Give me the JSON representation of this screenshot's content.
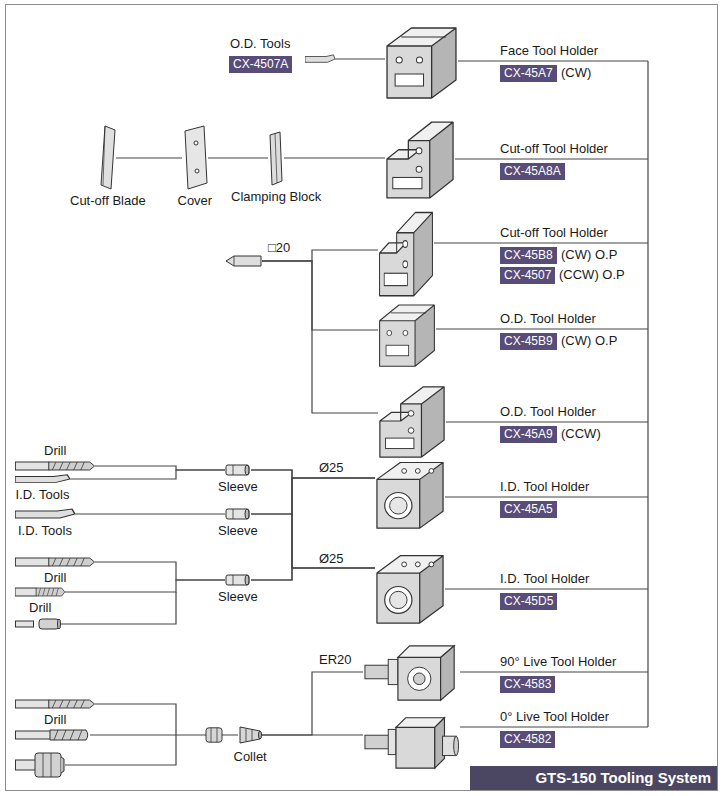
{
  "diagram": {
    "title": "GTS-150 Tooling System",
    "nodes": [
      {
        "text": [
          "O.D. Tools",
          "CX-4507A"
        ]
      },
      {
        "text": [
          "Face Tool Holder",
          "CX-45A7",
          "(CW)"
        ]
      },
      {
        "text": [
          "Cut-off Blade"
        ]
      },
      {
        "text": [
          "Cover"
        ]
      },
      {
        "text": [
          "Clamping Block"
        ]
      },
      {
        "text": [
          "Cut-off Tool Holder",
          "CX-45A8A"
        ]
      },
      {
        "text": [
          "□20"
        ]
      },
      {
        "text": [
          "Cut-off Tool Holder",
          "CX-45B8",
          "(CW) O.P",
          "CX-4507",
          "(CCW) O.P"
        ]
      },
      {
        "text": [
          "O.D. Tool Holder",
          "CX-45B9",
          "(CW) O.P"
        ]
      },
      {
        "text": [
          "O.D. Tool Holder",
          "CX-45A9",
          "(CCW)"
        ]
      },
      {
        "text": [
          "Drill"
        ]
      },
      {
        "text": [
          "I.D. Tools"
        ]
      },
      {
        "text": [
          "Sleeve"
        ]
      },
      {
        "text": [
          "I.D. Tool Holder",
          "CX-45A5"
        ]
      },
      {
        "text": [
          "I.D. Tools"
        ]
      },
      {
        "text": [
          "Sleeve"
        ]
      },
      {
        "text": [
          "Drill"
        ]
      },
      {
        "text": [
          "Drill"
        ]
      },
      {
        "text": [
          "Sleeve"
        ]
      },
      {
        "text": [
          "I.D. Tool Holder",
          "CX-45D5"
        ]
      },
      {
        "text": [
          "90° Live Tool Holder",
          "CX-4583"
        ]
      },
      {
        "text": [
          "Drill"
        ]
      },
      {
        "text": [
          "Collet"
        ]
      },
      {
        "text": [
          "0° Live Tool Holder",
          "CX-4582"
        ]
      }
    ],
    "edges": [
      {
        "from": 0,
        "to": 1,
        "arrow": "none"
      },
      {
        "from": 2,
        "to": 3,
        "arrow": "none"
      },
      {
        "from": 3,
        "to": 4,
        "arrow": "none"
      },
      {
        "from": 4,
        "to": 5,
        "arrow": "none"
      },
      {
        "from": 6,
        "to": 7,
        "arrow": "none"
      },
      {
        "from": 6,
        "to": 8,
        "arrow": "none"
      },
      {
        "from": 6,
        "to": 9,
        "arrow": "none"
      },
      {
        "from": 10,
        "to": 12,
        "arrow": "none"
      },
      {
        "from": 11,
        "to": 12,
        "arrow": "none"
      },
      {
        "from": 12,
        "to": 13,
        "arrow": "none"
      },
      {
        "from": 12,
        "to": 19,
        "arrow": "none"
      },
      {
        "from": 14,
        "to": 15,
        "arrow": "none"
      },
      {
        "from": 15,
        "to": 13,
        "arrow": "none"
      },
      {
        "from": 15,
        "to": 19,
        "arrow": "none"
      },
      {
        "from": 16,
        "to": 18,
        "arrow": "none"
      },
      {
        "from": 17,
        "to": 18,
        "arrow": "none"
      },
      {
        "from": 18,
        "to": 13,
        "arrow": "none"
      },
      {
        "from": 18,
        "to": 19,
        "arrow": "none"
      },
      {
        "from": 21,
        "to": 22,
        "arrow": "none"
      },
      {
        "from": 22,
        "to": 20,
        "arrow": "none"
      },
      {
        "from": 22,
        "to": 23,
        "arrow": "none"
      }
    ],
    "labels": [
      "Ø25",
      "Ø25",
      "ER20"
    ]
  }
}
